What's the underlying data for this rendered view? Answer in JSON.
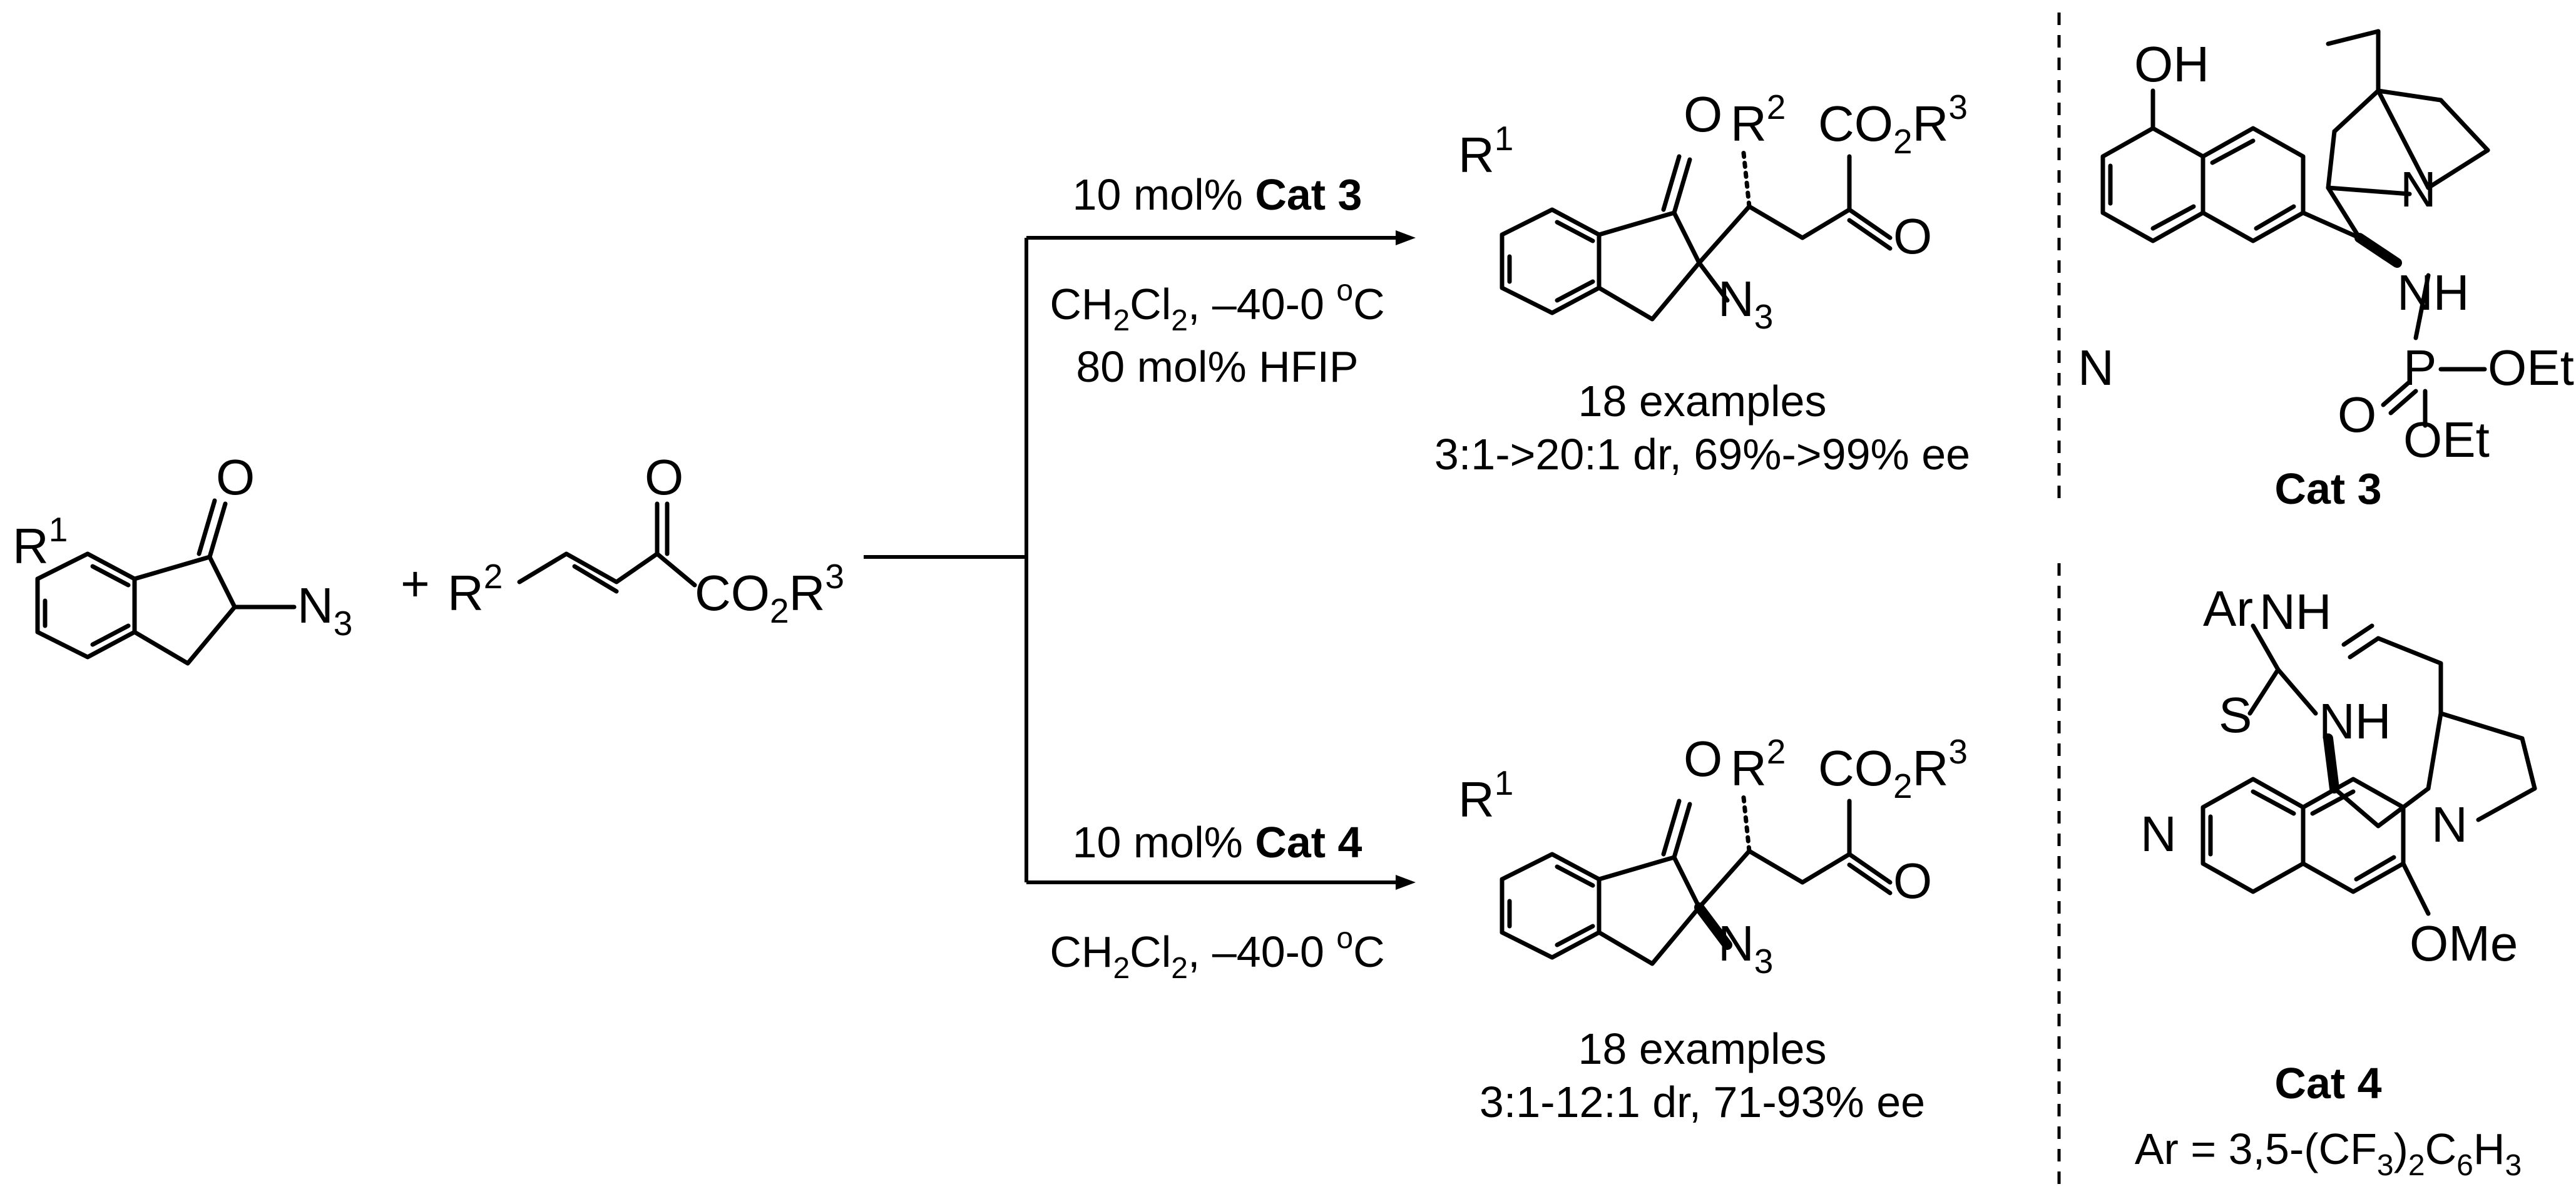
{
  "labels": {
    "o": "O",
    "n3": "N",
    "sub3": "3",
    "r": "R",
    "sup1": "1",
    "sup2": "2",
    "sup3": "3",
    "co2": "CO",
    "sub2": "2",
    "plus": "+",
    "oh": "OH",
    "n": "N",
    "nh": "NH",
    "p": "P",
    "oet": "OEt",
    "s": "S",
    "ar": "Ar",
    "ome": "OMe"
  },
  "top_route": {
    "catalyst_prefix": "10 mol% ",
    "catalyst_name": "Cat 3",
    "solvent_ch": "CH",
    "solvent_cl": "Cl",
    "solvent_temp": ", –40-0 ",
    "degree": "o",
    "celsius": "C",
    "additive": "80 mol% HFIP",
    "examples": "18 examples",
    "selectivity": "3:1->20:1 dr,  69%->99% ee"
  },
  "bottom_route": {
    "catalyst_prefix": "10 mol% ",
    "catalyst_name": "Cat 4",
    "solvent_ch": "CH",
    "solvent_cl": "Cl",
    "solvent_temp": ", –40-0 ",
    "degree": "o",
    "celsius": "C",
    "examples": "18 examples",
    "selectivity": "3:1-12:1 dr, 71-93% ee"
  },
  "cat3": {
    "label": "Cat 3"
  },
  "cat4": {
    "label": "Cat 4",
    "ar_def_prefix": "Ar = 3,5-(CF",
    "ar_def_mid": ")",
    "ar_def_c": "C",
    "ar_def_h": "H",
    "sub_3": "3",
    "sub_2": "2",
    "sub_6": "6"
  }
}
